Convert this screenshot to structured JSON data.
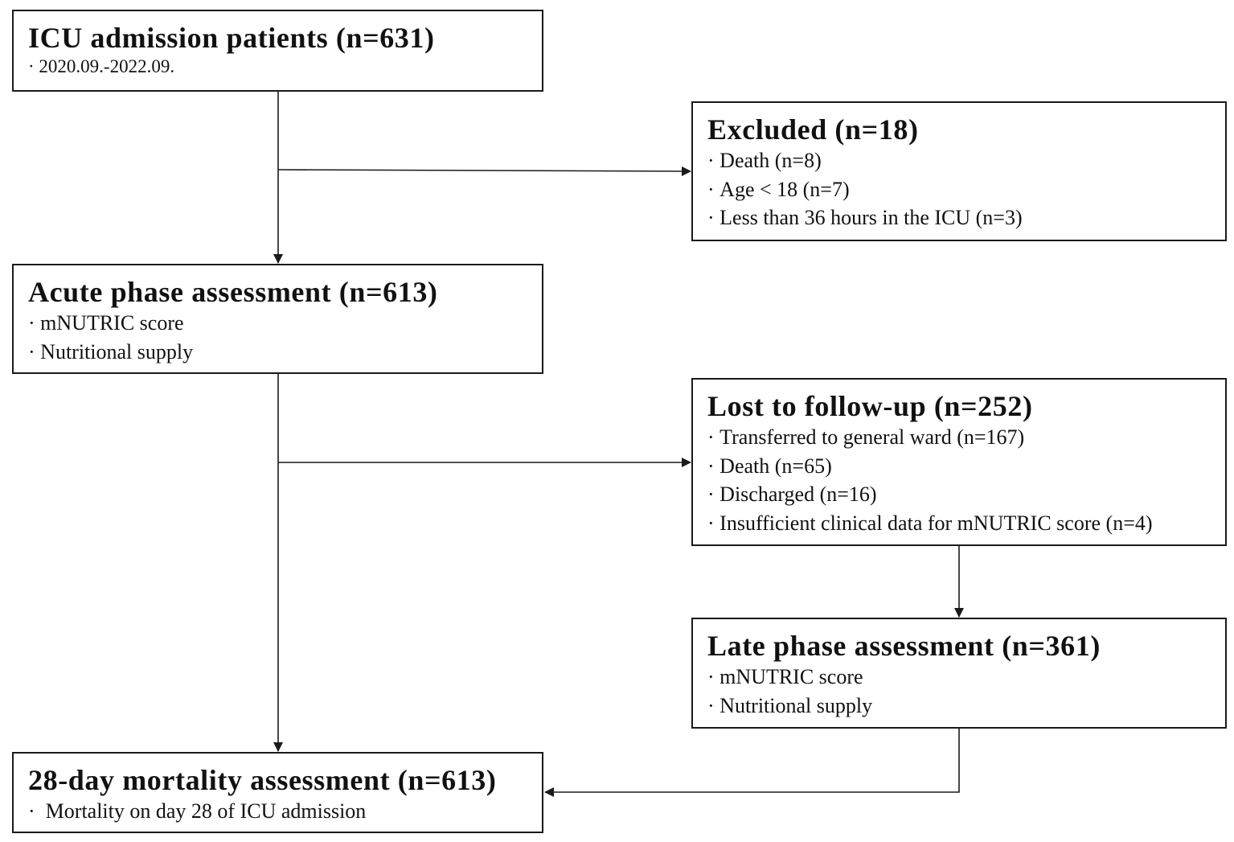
{
  "boxes": {
    "icu_admission": {
      "title": "ICU admission patients (n=631)",
      "items": [
        "2020.09.-2022.09."
      ]
    },
    "excluded": {
      "title": "Excluded (n=18)",
      "items": [
        "Death (n=8)",
        "Age < 18 (n=7)",
        "Less than 36 hours in the ICU (n=3)"
      ]
    },
    "acute_phase": {
      "title": "Acute phase assessment (n=613)",
      "items": [
        "mNUTRIC score",
        "Nutritional supply"
      ]
    },
    "lost_follow_up": {
      "title": "Lost to follow-up (n=252)",
      "items": [
        "Transferred to general ward (n=167)",
        "Death (n=65)",
        "Discharged (n=16)",
        "Insufficient clinical data for mNUTRIC score (n=4)"
      ]
    },
    "late_phase": {
      "title": "Late phase assessment (n=361)",
      "items": [
        "mNUTRIC score",
        "Nutritional supply"
      ]
    },
    "mortality_28day": {
      "title": "28-day mortality assessment (n=613)",
      "items": [
        "Mortality on day 28 of ICU admission"
      ]
    }
  },
  "colors": {
    "border": "#1a1a1a",
    "arrow": "#1a1a1a",
    "background": "#ffffff"
  }
}
